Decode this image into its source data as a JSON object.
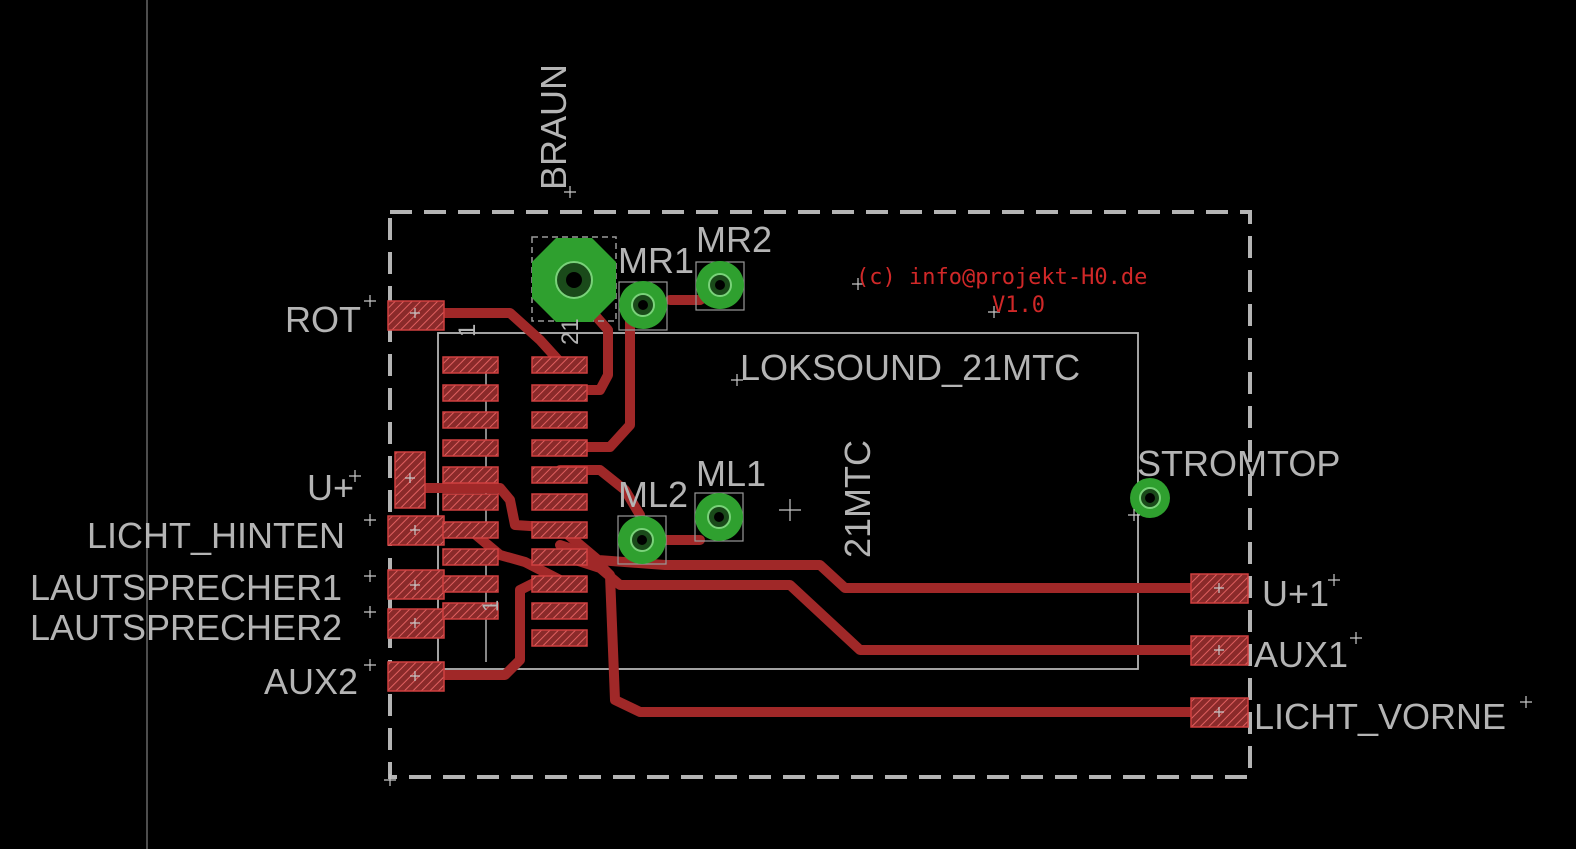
{
  "board": {
    "colors": {
      "background": "#000000",
      "outline": "#b4b4b4",
      "trace": "#a02828",
      "pad": "#c84848",
      "via": "#2fa02f",
      "copyright": "#d02828"
    },
    "labels": {
      "braun": "BRAUN",
      "mr1": "MR1",
      "mr2": "MR2",
      "ml1": "ML1",
      "ml2": "ML2",
      "rot": "ROT",
      "u_plus": "U+",
      "licht_hinten": "LICHT_HINTEN",
      "lautsprecher1": "LAUTSPRECHER1",
      "lautsprecher2": "LAUTSPRECHER2",
      "aux2": "AUX2",
      "loksound": "LOKSOUND_21MTC",
      "mtc": "21MTC",
      "stromtop": "STROMTOP",
      "u_plus1": "U+1",
      "aux1": "AUX1",
      "licht_vorne": "LICHT_VORNE",
      "pin1": "1",
      "pin21": "21"
    },
    "copyright": {
      "line1": "(c) info@projekt-H0.de",
      "line2": "V1.0"
    }
  }
}
